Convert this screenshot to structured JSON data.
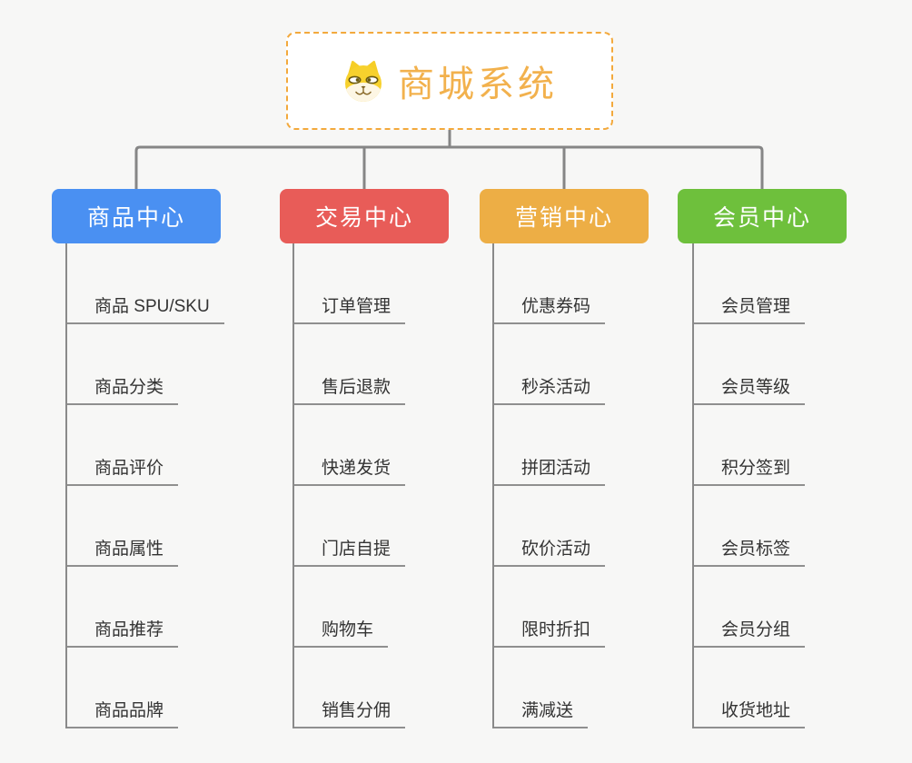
{
  "root": {
    "label": "商城系统",
    "icon": "dog-face-icon",
    "accent_color": "#F2B14D",
    "border_color": "#F3A93C"
  },
  "connector_color": "#868686",
  "branches": [
    {
      "label": "商品中心",
      "color": "#4A90F2",
      "children": [
        "商品 SPU/SKU",
        "商品分类",
        "商品评价",
        "商品属性",
        "商品推荐",
        "商品品牌"
      ]
    },
    {
      "label": "交易中心",
      "color": "#E85C58",
      "children": [
        "订单管理",
        "售后退款",
        "快递发货",
        "门店自提",
        "购物车",
        "销售分佣"
      ]
    },
    {
      "label": "营销中心",
      "color": "#EDAE45",
      "children": [
        "优惠券码",
        "秒杀活动",
        "拼团活动",
        "砍价活动",
        "限时折扣",
        "满减送"
      ]
    },
    {
      "label": "会员中心",
      "color": "#6EC03C",
      "children": [
        "会员管理",
        "会员等级",
        "积分签到",
        "会员标签",
        "会员分组",
        "收货地址"
      ]
    }
  ]
}
